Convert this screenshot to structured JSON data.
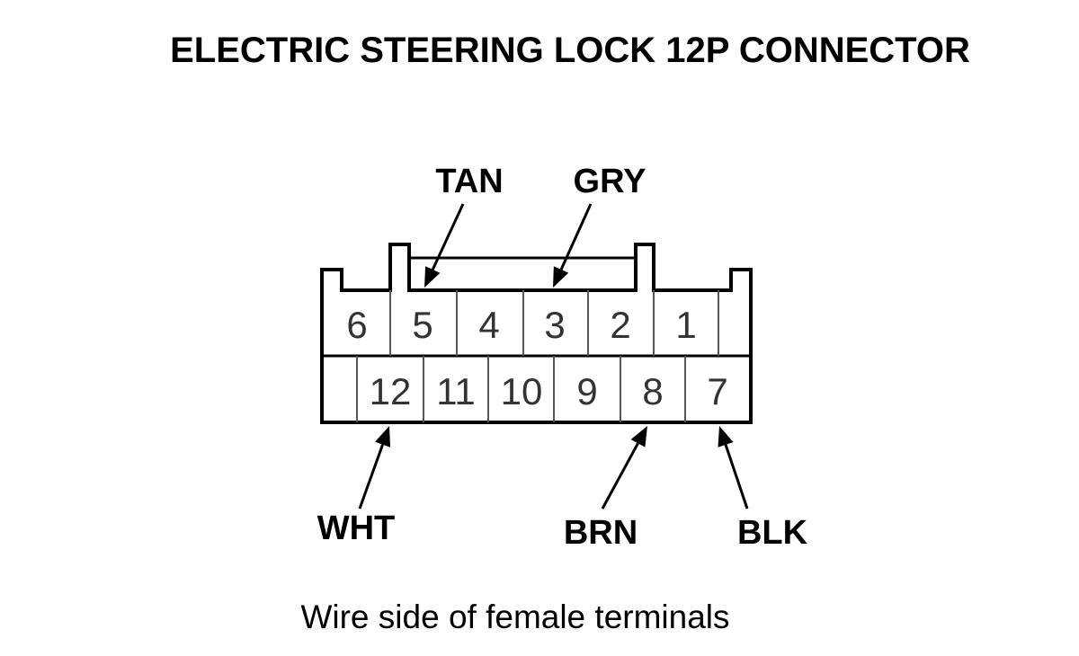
{
  "title": "ELECTRIC STEERING LOCK 12P CONNECTOR",
  "caption": "Wire side of female terminals",
  "connector": {
    "top_row": [
      "6",
      "5",
      "4",
      "3",
      "2",
      "1"
    ],
    "bottom_row": [
      "12",
      "11",
      "10",
      "9",
      "8",
      "7"
    ]
  },
  "wires": [
    {
      "color": "TAN",
      "terminal": "5"
    },
    {
      "color": "GRY",
      "terminal": "3"
    },
    {
      "color": "WHT",
      "terminal": "12"
    },
    {
      "color": "BRN",
      "terminal": "8"
    },
    {
      "color": "BLK",
      "terminal": "7"
    }
  ]
}
